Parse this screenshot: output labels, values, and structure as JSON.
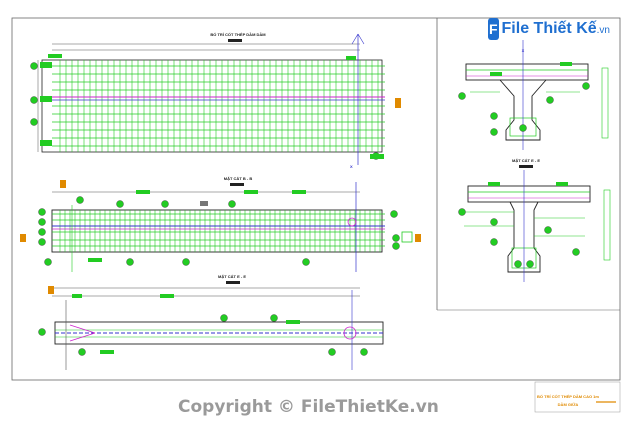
{
  "drawing": {
    "title_plan": "BỐ TRÍ CỐT THÉP DẦM DẦM",
    "section_b": "MẶT CẮT B - B",
    "section_e": "MẶT CẮT E - E",
    "section_right_top": "MẶT CẮT E - E",
    "title_block_line1": "BỐ TRÍ CỐT THÉP DẦM CAO 1m",
    "title_block_line2": "DẦM GIỮA"
  },
  "watermark": {
    "logo_letter": "F",
    "logo_name": "File Thiết Kế",
    "logo_domain": ".vn",
    "copyright": "Copyright © FileThietKe.vn"
  },
  "colors": {
    "green": "#22cc22",
    "blue": "#3333cc",
    "magenta": "#cc22cc",
    "red": "#cc2222",
    "orange": "#e08a00",
    "gray": "#777777"
  }
}
